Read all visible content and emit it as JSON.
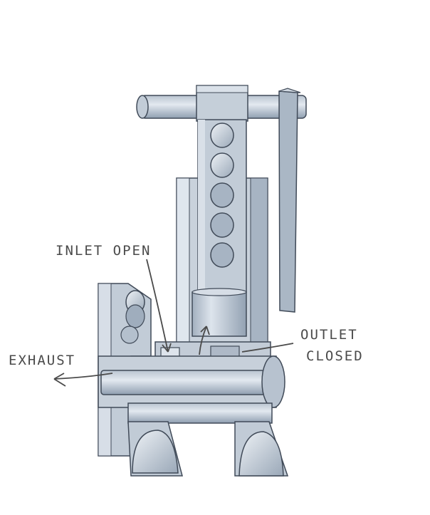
{
  "labels": {
    "inlet": "INLET OPEN",
    "outlet_line1": "OUTLET",
    "outlet_line2": "CLOSED",
    "exhaust": "EXHAUST"
  },
  "colors": {
    "metal_light": "#c9d2dc",
    "metal_mid": "#a9b6c4",
    "metal_dark": "#8292a4",
    "edge": "#404a58",
    "annotation": "#4a4a4a"
  }
}
